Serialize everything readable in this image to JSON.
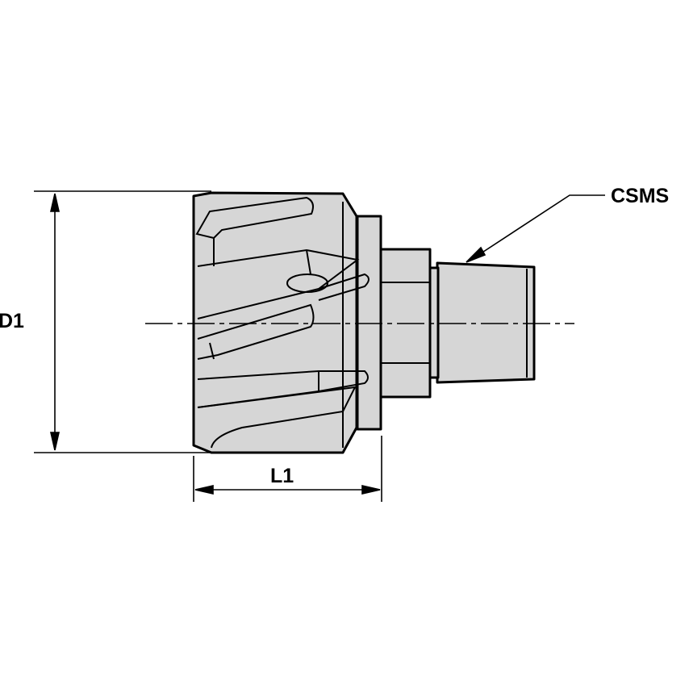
{
  "labels": {
    "diameter": "D1",
    "length": "L1",
    "connection": "CSMS"
  },
  "colors": {
    "body_fill": "#d6d6d6",
    "line": "#000000",
    "background": "#ffffff"
  }
}
